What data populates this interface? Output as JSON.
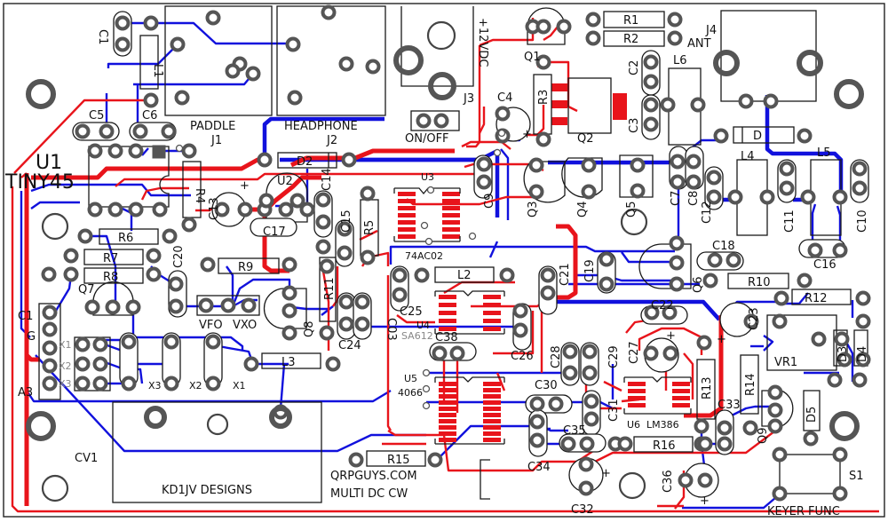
{
  "board": {
    "title": "QRPGUYS.COM",
    "subtitle": "MULTI DC CW",
    "designer": "KD1JV DESIGNS",
    "colors": {
      "top_trace": "#e8141b",
      "bottom_trace": "#1111dd",
      "silkscreen": "#1a1a1a",
      "pad": "#555555",
      "background": "#ffffff"
    }
  },
  "connectors": {
    "J1": {
      "ref": "J1",
      "name": "PADDLE"
    },
    "J2": {
      "ref": "J2",
      "name": "HEADPHONE"
    },
    "J3": {
      "ref": "J3",
      "name": "+12VDC"
    },
    "J4": {
      "ref": "J4",
      "name": "ANT"
    },
    "power_switch": "ON/OFF",
    "S1": {
      "ref": "S1",
      "name": "KEYER FUNC"
    },
    "CV1": "CV1",
    "VR1": "VR1"
  },
  "ics": {
    "U1": {
      "ref": "U1",
      "part": "TINY45"
    },
    "U2": {
      "ref": "U2"
    },
    "U3": {
      "ref": "U3",
      "part": "74AC02"
    },
    "U4": {
      "ref": "U4",
      "part": "SA612"
    },
    "U5": {
      "ref": "U5",
      "part": "4066"
    },
    "U6": {
      "ref": "U6",
      "part": "LM386"
    }
  },
  "resistors": [
    "R1",
    "R2",
    "R3",
    "R4",
    "R5",
    "R6",
    "R7",
    "R8",
    "R9",
    "R10",
    "R11",
    "R12",
    "R13",
    "R14",
    "R15",
    "R16"
  ],
  "capacitors": [
    "C1",
    "C2",
    "C3",
    "C4",
    "C5",
    "C6",
    "C7",
    "C8",
    "C9",
    "C10",
    "C11",
    "C12",
    "C13",
    "C14",
    "C15",
    "C16",
    "C17",
    "C18",
    "C19",
    "C20",
    "C21",
    "C22",
    "C23",
    "C24",
    "C25",
    "C26",
    "C27",
    "C28",
    "C29",
    "C30",
    "C31",
    "C32",
    "C33",
    "C34",
    "C35",
    "C36",
    "C38",
    "C03"
  ],
  "inductors": [
    "L1",
    "L2",
    "L3",
    "L4",
    "L5",
    "L6"
  ],
  "transistors": [
    "Q1",
    "Q2",
    "Q3",
    "Q4",
    "Q5",
    "Q6",
    "Q7",
    "Q8",
    "Q9"
  ],
  "diodes": [
    "D",
    "D2",
    "D3",
    "D4",
    "D5"
  ],
  "header": {
    "labels": [
      "C1",
      "G",
      "A3"
    ],
    "crystal_labels": [
      "X1",
      "X2",
      "X3"
    ]
  },
  "vfo_select": {
    "vfo": "VFO",
    "vxo": "VXO"
  },
  "polarity_mark": "+"
}
